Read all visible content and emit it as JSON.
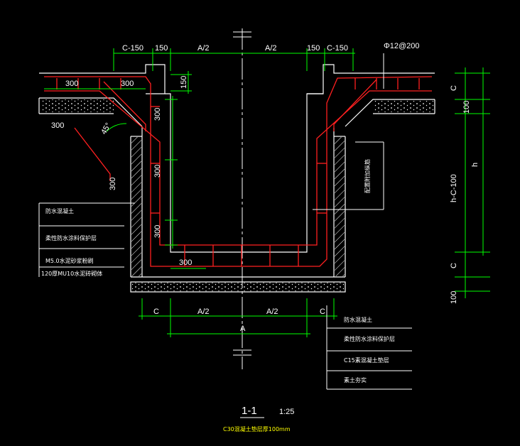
{
  "top_dims": {
    "c150_left": "C-150",
    "d150_left": "150",
    "a2_left": "A/2",
    "a2_right": "A/2",
    "d150_right": "150",
    "c150_right": "C-150",
    "rebar": "Φ12@200"
  },
  "slab_dims": {
    "d300_a": "300",
    "d300_b": "300",
    "d150": "150"
  },
  "wall_dims": {
    "d300_1": "300",
    "d300_2": "300",
    "d300_3": "300",
    "bottom_300": "300"
  },
  "haunch": {
    "d300_top": "300",
    "d300_side": "300",
    "angle": "45°"
  },
  "right_dims": {
    "c_top": "C",
    "d100_top": "100",
    "h_c_100": "h-C-100",
    "h": "h",
    "c_bottom": "C",
    "d100_bottom": "100"
  },
  "bottom_dims": {
    "c_left": "C",
    "a2_left": "A/2",
    "a2_right": "A/2",
    "c_right": "C",
    "a": "A"
  },
  "wall_note": "配置附加纵筋",
  "legend_left": [
    "防水混凝土",
    "柔性防水涂料保护层",
    "M5.0水泥砂浆粉刷",
    "120厚MU10水泥砖砌体"
  ],
  "legend_right": [
    "防水混凝土",
    "柔性防水涂料保护层",
    "C15素混凝土垫层",
    "素土夯实"
  ],
  "title": {
    "section": "1-1",
    "scale": "1:25",
    "note": "C30混凝土垫层厚100mm"
  },
  "colors": {
    "line": "#ffffff",
    "dim": "#00ff00",
    "rebar": "#ff2020",
    "bg": "#000000"
  }
}
